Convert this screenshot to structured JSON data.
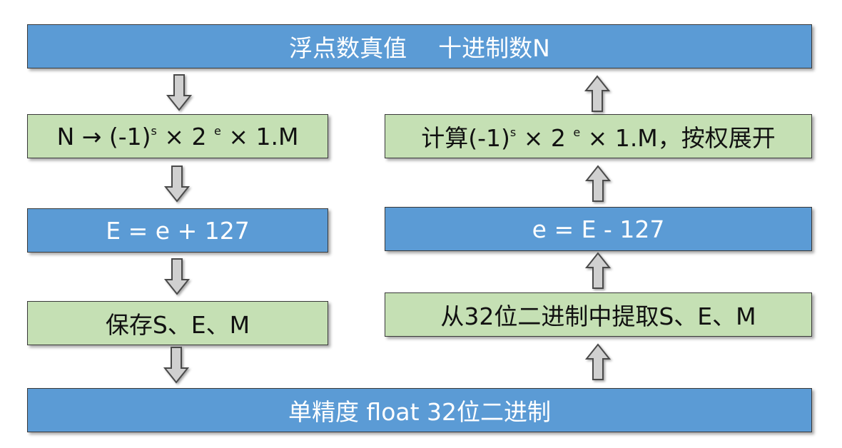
{
  "top_box": {
    "text": "浮点数真值",
    "text2": "十进制数N"
  },
  "left_flow": {
    "step1": {
      "prefix": "N → (-1)",
      "sup1": "s",
      "mid": " × 2 ",
      "sup2": "e",
      "suffix": " × 1.M"
    },
    "step2": "E = e + 127",
    "step3": "保存S、E、M"
  },
  "right_flow": {
    "step1": "从32位二进制中提取S、E、M",
    "step2": "e = E - 127",
    "step3": {
      "prefix": "计算(-1)",
      "sup1": "s",
      "mid": " × 2 ",
      "sup2": "e",
      "suffix": " × 1.M，按权展开"
    }
  },
  "bottom_box": {
    "text": "单精度 float  32位二进制"
  },
  "colors": {
    "blue_box": "#5b9bd5",
    "green_box": "#c5e0b4",
    "arrow_fill": "#d0d0d0"
  },
  "icons": {
    "down": "down-arrow-icon",
    "up": "up-arrow-icon"
  }
}
